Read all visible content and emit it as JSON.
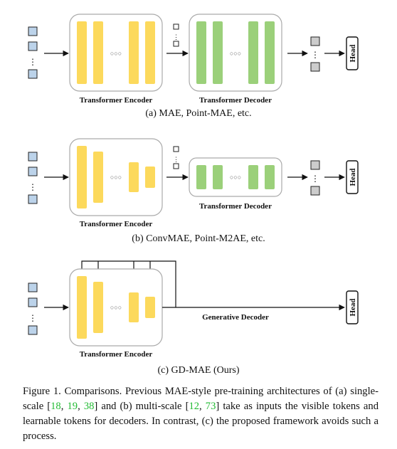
{
  "diagram": {
    "panel_a": {
      "encoder_label": "Transformer Encoder",
      "decoder_label": "Transformer Decoder",
      "ellipsis": "○○○",
      "head": "Head",
      "subcaption": "(a) MAE, Point-MAE, etc."
    },
    "panel_b": {
      "encoder_label": "Transformer Encoder",
      "decoder_label": "Transformer Decoder",
      "ellipsis": "○○○",
      "head": "Head",
      "subcaption": "(b) ConvMAE, Point-M2AE, etc."
    },
    "panel_c": {
      "encoder_label": "Transformer Encoder",
      "decoder_label": "Generative Decoder",
      "ellipsis": "○○○",
      "head": "Head",
      "subcaption": "(c) GD-MAE (Ours)"
    },
    "colors": {
      "encoder_block": "#fcd95c",
      "decoder_block": "#9bd07a",
      "token": "#bcd3ea",
      "box_border": "#aaaaaa"
    }
  },
  "caption": {
    "part1": "Figure 1. Comparisons. Previous MAE-style pre-training architectures of (a) single-scale [",
    "ref1": "18",
    "sep1": ", ",
    "ref2": "19",
    "sep2": ", ",
    "ref3": "38",
    "part2": "] and (b) multi-scale [",
    "ref4": "12",
    "sep3": ", ",
    "ref5": "73",
    "part3": "] take as inputs the visible tokens and learnable tokens for decoders. In contrast, (c) the proposed framework avoids such a process."
  }
}
